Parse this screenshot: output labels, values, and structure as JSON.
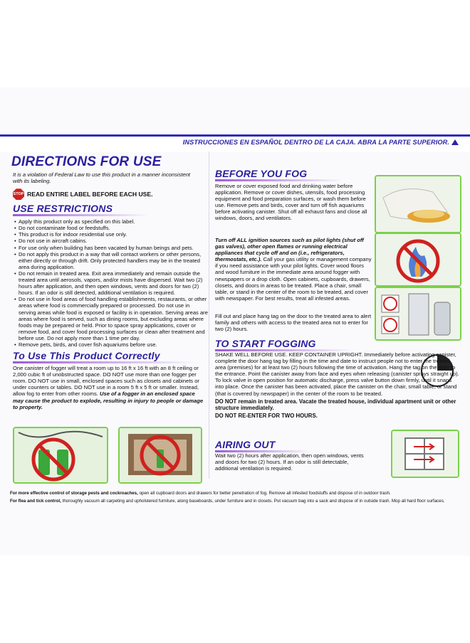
{
  "spanish_banner": "INSTRUCCIONES EN ESPAÑOL DENTRO DE LA CAJA. ABRA LA PARTE SUPERIOR.",
  "directions": {
    "title": "DIRECTIONS FOR USE",
    "federal_law": "It is a violation of Federal Law to use this product in a manner inconsistent with its labeling.",
    "stop_icon_text": "STOP",
    "read_label": "READ ENTIRE LABEL BEFORE EACH USE."
  },
  "use_restrictions": {
    "title": "USE RESTRICTIONS",
    "items": [
      "Apply this product only as specified on this label.",
      "Do not contaminate food or feedstuffs.",
      "This product is for indoor residential use only.",
      "Do not use in aircraft cabins.",
      "For use only when building has been vacated by human beings and pets.",
      "Do not apply this product in a way that will contact workers or other persons, either directly or through drift. Only protected handlers may be in the treated area during application.",
      "Do not remain in treated area. Exit area immediately and remain outside the treated area until aerosols, vapors, and/or mists have dispersed. Wait two (2) hours after application, and then open windows, vents and doors for two (2) hours. If an odor is still detected, additional ventilation is required.",
      "Do not use in food areas of food handling establishments, restaurants, or other areas where food is commercially prepared or processed. Do not use in serving areas while food is exposed or facility is in operation. Serving areas are areas where food is served, such as dining rooms, but excluding areas where foods may be prepared or held. Prior to space spray applications, cover or remove food, and cover food processing surfaces or clean after treatment and before use. Do not apply more than 1 time per day.",
      "Remove pets, birds, and cover fish aquariums before use."
    ]
  },
  "to_use": {
    "title": "To Use This Product Correctly",
    "text_normal": "One canister of fogger will treat a room up to 16 ft x 16 ft with an 8 ft ceiling or 2,000 cubic ft of unobstructed space. DO NOT use more than one fogger per room. DO NOT use in small, enclosed spaces such as closets and cabinets or under counters or tables. DO NOT use in a room 5 ft x 5 ft or smaller. Instead, allow fog to enter from other rooms.",
    "text_warning": "Use of a fogger in an enclosed space may cause the product to explode, resulting in injury to people or damage to property."
  },
  "before_you_fog": {
    "title": "BEFORE YOU FOG",
    "para1": "Remove or cover exposed food and drinking water before application. Remove or cover dishes, utensils, food processing equipment and food preparation surfaces, or wash them before use. Remove pets and birds, cover and turn off fish aquariums before activating canister. Shut off all exhaust fans and close all windows, doors, and ventilators.",
    "para2_bold": "Turn off ALL ignition sources such as pilot lights (shut off gas valves), other open flames or running electrical appliances that cycle off and on (i.e., refrigerators, thermostats, etc.).",
    "para2_normal": "Call your gas utility or management company if you need assistance with your pilot lights. Cover wood floors and wood furniture in the immediate area around fogger with newspapers or a drop cloth. Open cabinets, cupboards, drawers, closets, and doors in areas to be treated. Place a chair, small table, or stand in the center of the room to be treated, and cover with newspaper. For best results, treat all infested areas.",
    "para3": "Fill out and place hang tag on the door to the treated area to alert family and others with access to the treated area not to enter for two (2) hours."
  },
  "to_start": {
    "title": "TO START FOGGING",
    "text": "SHAKE WELL BEFORE USE. KEEP CONTAINER UPRIGHT. Immediately before activating canister, complete the door hang tag by filling in the time and date to instruct people not to enter the treated area (premises) for at least two (2) hours following the time of activation. Hang the tag on the door to the entrance. Point the canister away from face and eyes when releasing (canister sprays straight up). To lock valve in open position for automatic discharge, press valve button down firmly, until it snaps into place. Once the canister has been activated, place the canister on the chair, small table, or stand (that is covered by newspaper) in the center of the room to be treated.",
    "warn1": "DO NOT remain in treated area. Vacate the treated house, individual apartment unit or other structure immediately.",
    "warn2": "DO NOT RE-ENTER FOR TWO HOURS."
  },
  "airing_out": {
    "title": "AIRING OUT",
    "text": "Wait two (2) hours after application, then open windows, vents and doors for two (2) hours. If an odor is still detectable, additional ventilation is required."
  },
  "footer": {
    "line1_bold": "For more effective control of storage pests and cockroaches,",
    "line1_rest": "open all cupboard doors and drawers for better penetration of fog. Remove all infested foodstuffs and dispose of in outdoor trash.",
    "line2_bold": "For flea and tick control,",
    "line2_rest": "thoroughly vacuum all carpeting and upholstered furniture, along baseboards, under furniture and in closets. Put vacuum bag into a sack and dispose of in outside trash. Mop all hard floor surfaces."
  },
  "colors": {
    "heading": "#2b1f9d",
    "accent": "#9b59d6",
    "picture_border": "#7ad14a",
    "stop": "#d0211f"
  },
  "icons": [
    "stop-sign-icon",
    "no-closet-fogger-illustration",
    "no-cabinet-fogger-illustration",
    "covered-dishes-illustration",
    "no-pilot-light-illustration",
    "no-appliances-illustration",
    "clock-icon",
    "open-window-illustration"
  ]
}
